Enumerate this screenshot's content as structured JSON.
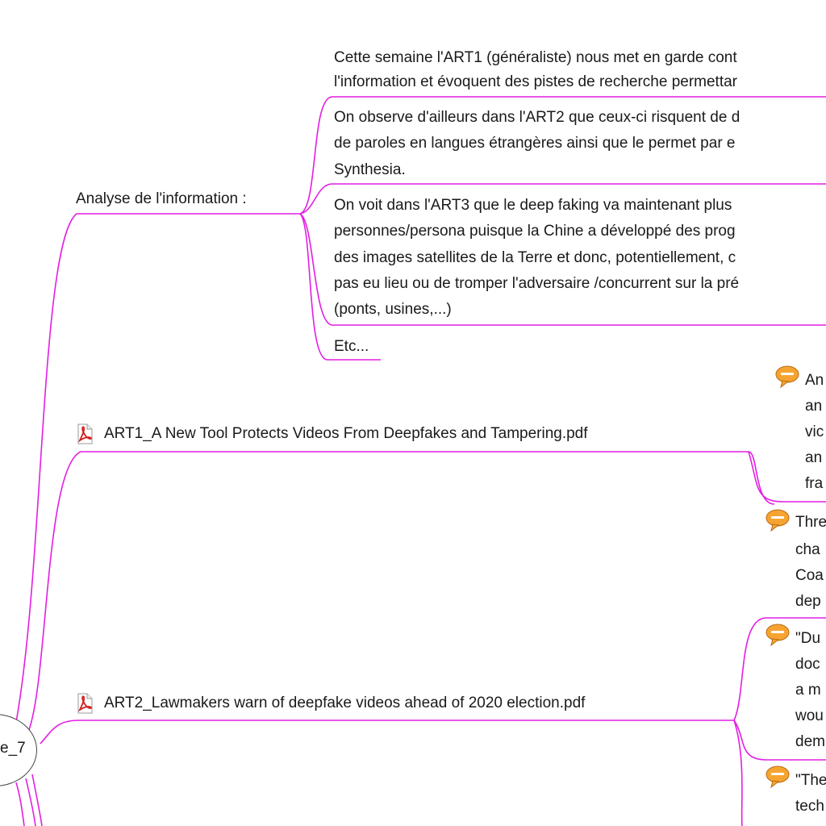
{
  "central_topic": {
    "label": "e_7"
  },
  "colors": {
    "branch": "#e31ee3",
    "oval_border": "#444444",
    "text": "#1a1a1a",
    "pdf_icon": "#d21f1f",
    "bubble_icon": "#f08c1e"
  },
  "branches": {
    "analysis": {
      "label": "Analyse de l'information :",
      "notes": [
        {
          "lines": [
            "Cette semaine l'ART1 (généraliste) nous met en garde cont",
            "l'information et évoquent des pistes de recherche permettar"
          ]
        },
        {
          "lines": [
            "On observe d'ailleurs dans l'ART2 que ceux-ci risquent de d",
            "de paroles en langues étrangères ainsi que le permet par e",
            "Synthesia."
          ]
        },
        {
          "lines": [
            "On voit dans l'ART3 que le deep faking va maintenant plus",
            "personnes/persona puisque la Chine a développé des prog",
            "des images satellites de la Terre et donc, potentiellement, c",
            "pas eu lieu ou de tromper l'adversaire /concurrent sur la pré",
            "(ponts, usines,...)"
          ]
        },
        {
          "lines": [
            "Etc..."
          ]
        }
      ]
    },
    "art1": {
      "label": "ART1_A New Tool Protects Videos From Deepfakes and Tampering.pdf",
      "icon": "pdf-icon",
      "comments": [
        {
          "icon": "comment-icon",
          "lines": [
            "An",
            "an",
            "vic",
            "an",
            "fra"
          ]
        },
        {
          "icon": "comment-icon",
          "lines": [
            "Thre",
            "cha",
            "Coa",
            "dep"
          ]
        }
      ]
    },
    "art2": {
      "label": "ART2_Lawmakers warn of deepfake videos ahead of 2020 election.pdf",
      "icon": "pdf-icon",
      "comments": [
        {
          "icon": "comment-icon",
          "lines": [
            "\"Du",
            "doc",
            "a m",
            "wou",
            "dem"
          ]
        },
        {
          "icon": "comment-icon",
          "lines": [
            "\"The",
            "tech"
          ]
        }
      ]
    }
  }
}
